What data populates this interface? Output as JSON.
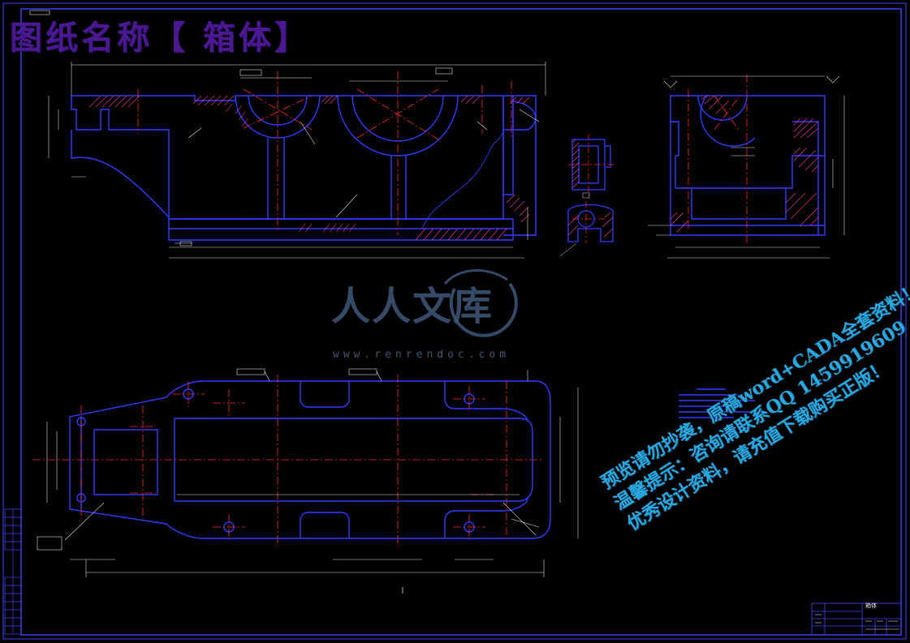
{
  "drawing": {
    "banner_title": "图纸名称【 箱体】",
    "part_name": "箱体"
  },
  "watermark": {
    "logo_text": "人人文库",
    "url": "www.renrendoc.com",
    "notice_lines": [
      "预览请勿抄袭，原稿word+CADA全套资料！",
      "温馨提示：咨询请联系QQ 1459919609",
      "优秀设计资料，请充值下载购买正版！"
    ]
  },
  "colors": {
    "background": "#000000",
    "outline": "#2f3cff",
    "center_line": "#ff2a2a",
    "hatch": "#ff3aa0",
    "frame": "#4046ff",
    "dimension": "#e0e0e0",
    "banner": "#4a1890",
    "watermark_logo": "#3e5778",
    "watermark_note": "#2aa9e0"
  }
}
